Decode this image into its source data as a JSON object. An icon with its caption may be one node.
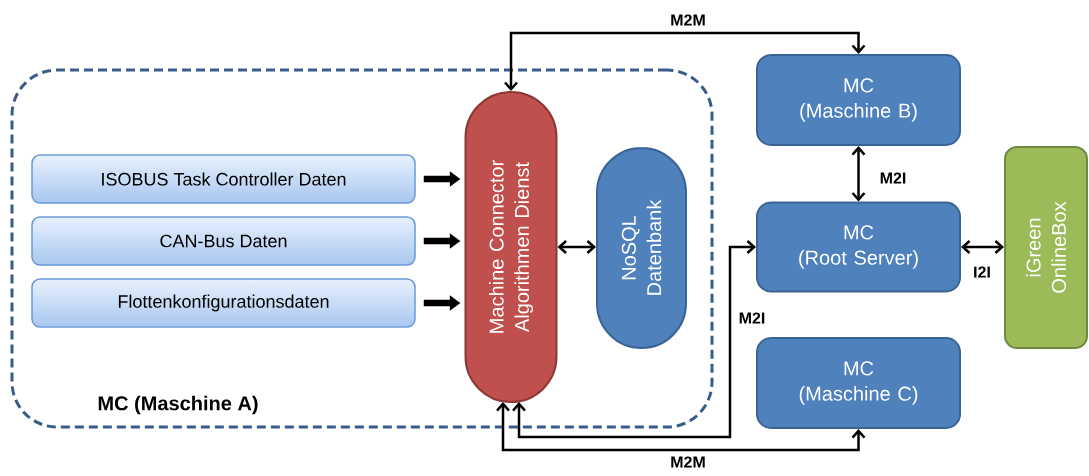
{
  "diagram": {
    "nodes": [
      {
        "text": [
          "MC (Maschine A)"
        ]
      },
      {
        "text": [
          "ISOBUS Task Controller Daten"
        ],
        "in": 0
      },
      {
        "text": [
          "CAN-Bus Daten"
        ],
        "in": 0
      },
      {
        "text": [
          "Flottenkonfigurationsdaten"
        ],
        "in": 0
      },
      {
        "text": [
          "Machine Connector Algorithmen Dienst"
        ],
        "in": 0
      },
      {
        "text": [
          "NoSQL Datenbank"
        ],
        "in": 0
      },
      {
        "text": [
          "MC (Maschine B)"
        ]
      },
      {
        "text": [
          "MC (Root Server)"
        ]
      },
      {
        "text": [
          "MC (Maschine C)"
        ]
      },
      {
        "text": [
          "iGreen OnlineBox"
        ]
      }
    ],
    "edges": [
      {
        "from": 1,
        "to": 4,
        "arrow": "to",
        "style": "thick"
      },
      {
        "from": 2,
        "to": 4,
        "arrow": "to",
        "style": "thick"
      },
      {
        "from": 3,
        "to": 4,
        "arrow": "to",
        "style": "thick"
      },
      {
        "from": 4,
        "to": 5,
        "arrow": "both"
      },
      {
        "from": 4,
        "to": 6,
        "arrow": "both",
        "label": "M2M"
      },
      {
        "from": 6,
        "to": 7,
        "arrow": "both",
        "label": "M2I"
      },
      {
        "from": 7,
        "to": 9,
        "arrow": "both",
        "label": "I2I"
      },
      {
        "from": 4,
        "to": 7,
        "arrow": "both",
        "label": "M2I"
      },
      {
        "from": 4,
        "to": 8,
        "arrow": "both",
        "label": "M2M"
      }
    ]
  }
}
